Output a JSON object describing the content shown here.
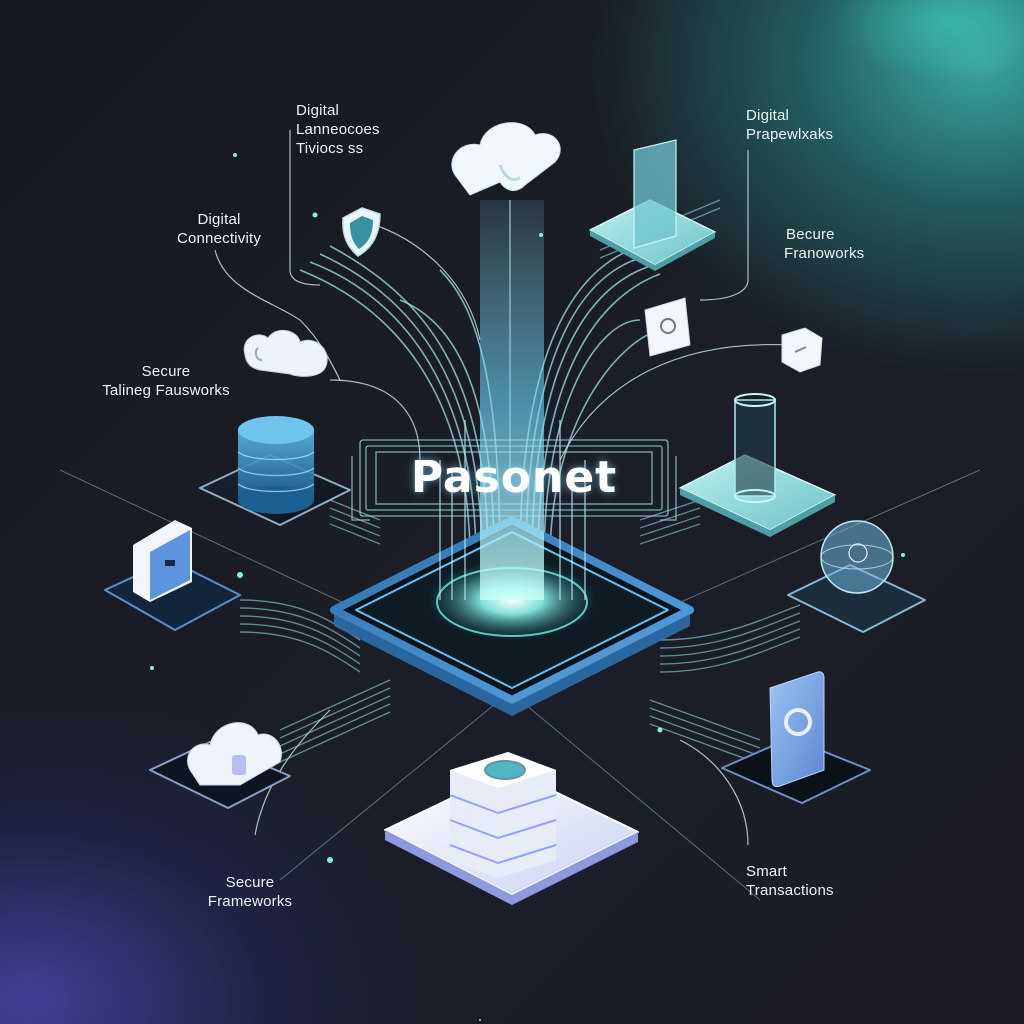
{
  "title": "Pasonet",
  "colors": {
    "background_dark": "#1a1d26",
    "teal_glow": "#40beb4",
    "indigo_glow": "#4646aa",
    "beam": "#7fe6ff",
    "line": "#8fd8e0",
    "label_text": "#eef4f6"
  },
  "labels": [
    {
      "id": "top-left",
      "lines": [
        "Digital",
        "Lanneocoes",
        "Tiviocs ss"
      ]
    },
    {
      "id": "top-right",
      "lines": [
        "Digital",
        "Prapewlxaks"
      ]
    },
    {
      "id": "left-upper",
      "lines": [
        "Digital",
        "Connectivity"
      ]
    },
    {
      "id": "right-upper",
      "lines": [
        "Becure",
        "Franoworks"
      ]
    },
    {
      "id": "left-middle",
      "lines": [
        "Secure",
        "Talineg Fausworks"
      ]
    },
    {
      "id": "bottom-left",
      "lines": [
        "Secure",
        "Frameworks"
      ]
    },
    {
      "id": "bottom-right",
      "lines": [
        "Smart",
        "Transactions"
      ]
    }
  ],
  "nodes": [
    {
      "name": "cloud-top",
      "icon": "cloud-icon"
    },
    {
      "name": "shield",
      "icon": "shield-icon"
    },
    {
      "name": "glass-panel",
      "icon": "glass-panel-icon"
    },
    {
      "name": "cloud-left",
      "icon": "cloud-icon"
    },
    {
      "name": "device-plug",
      "icon": "router-icon"
    },
    {
      "name": "sensor",
      "icon": "sensor-icon"
    },
    {
      "name": "database",
      "icon": "database-icon"
    },
    {
      "name": "glass-cylinder",
      "icon": "cylinder-icon"
    },
    {
      "name": "terminal-box",
      "icon": "device-icon"
    },
    {
      "name": "globe",
      "icon": "globe-icon"
    },
    {
      "name": "cloud-bottom-left",
      "icon": "cloud-lock-icon"
    },
    {
      "name": "server-stack",
      "icon": "server-icon"
    },
    {
      "name": "smartphone",
      "icon": "smartphone-icon"
    },
    {
      "name": "central-hub",
      "icon": "hub-platform-icon"
    }
  ]
}
